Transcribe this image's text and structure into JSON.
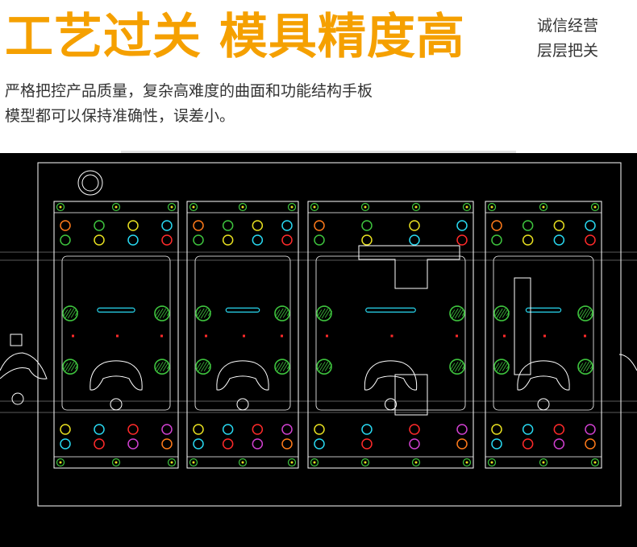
{
  "headline": "工艺过关 模具精度高",
  "headline_color": "#f5a000",
  "side_tagline": [
    "诚信经营",
    "层层把关"
  ],
  "description": [
    "严格把控产品质量，复杂高难度的曲面和功能结构手板",
    "模型都可以保持准确性，误差小。"
  ],
  "cad_colors": {
    "background": "#000000",
    "outline": "#ffffff",
    "green": "#3ec43e",
    "yellow": "#e8e020",
    "orange": "#ff7a1a",
    "cyan": "#28d8f0",
    "red": "#ff2a2a",
    "magenta": "#d040d0"
  },
  "icons": [
    "mold-blueprint-icon"
  ]
}
